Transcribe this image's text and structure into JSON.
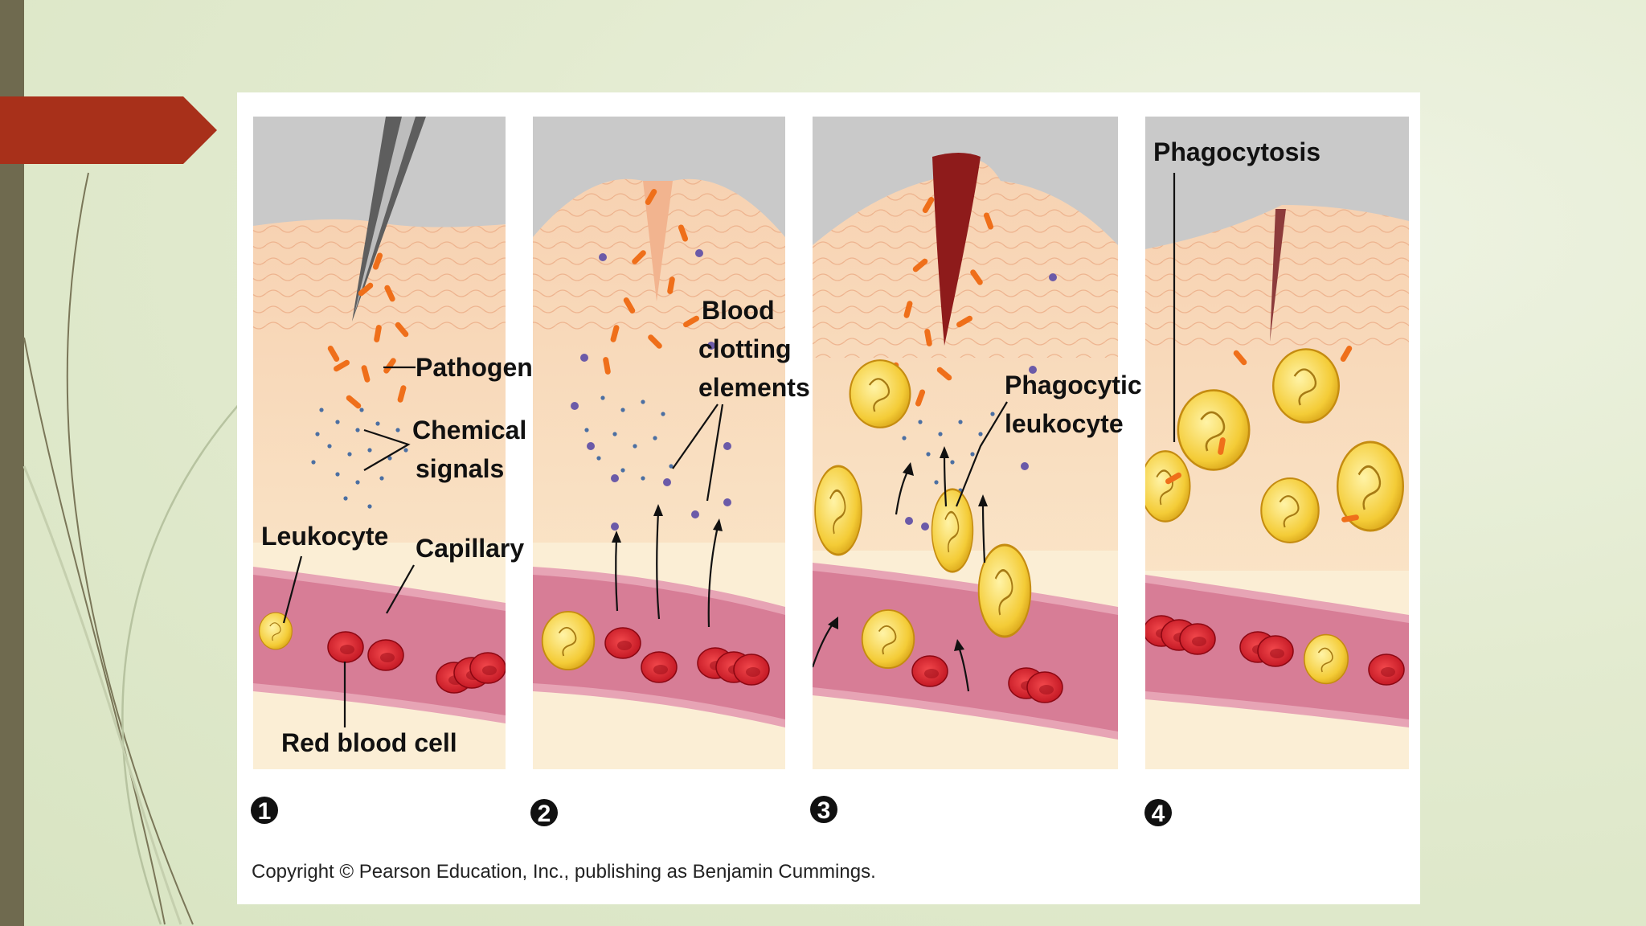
{
  "slide": {
    "accent_color": "#a8301a",
    "left_bar_color": "#6f6a4f",
    "copyright": "Copyright © Pearson Education, Inc., publishing as Benjamin Cummings."
  },
  "panels": [
    {
      "number": "1",
      "labels": {
        "pathogen": "Pathogen",
        "chemical_1": "Chemical",
        "chemical_2": "signals",
        "leukocyte": "Leukocyte",
        "capillary": "Capillary",
        "red_blood_cell": "Red blood cell"
      }
    },
    {
      "number": "2",
      "labels": {
        "blood_1": "Blood",
        "blood_2": "clotting",
        "blood_3": "elements"
      }
    },
    {
      "number": "3",
      "labels": {
        "phago_1": "Phagocytic",
        "phago_2": "leukocyte"
      }
    },
    {
      "number": "4",
      "labels": {
        "phagocytosis": "Phagocytosis"
      }
    }
  ]
}
